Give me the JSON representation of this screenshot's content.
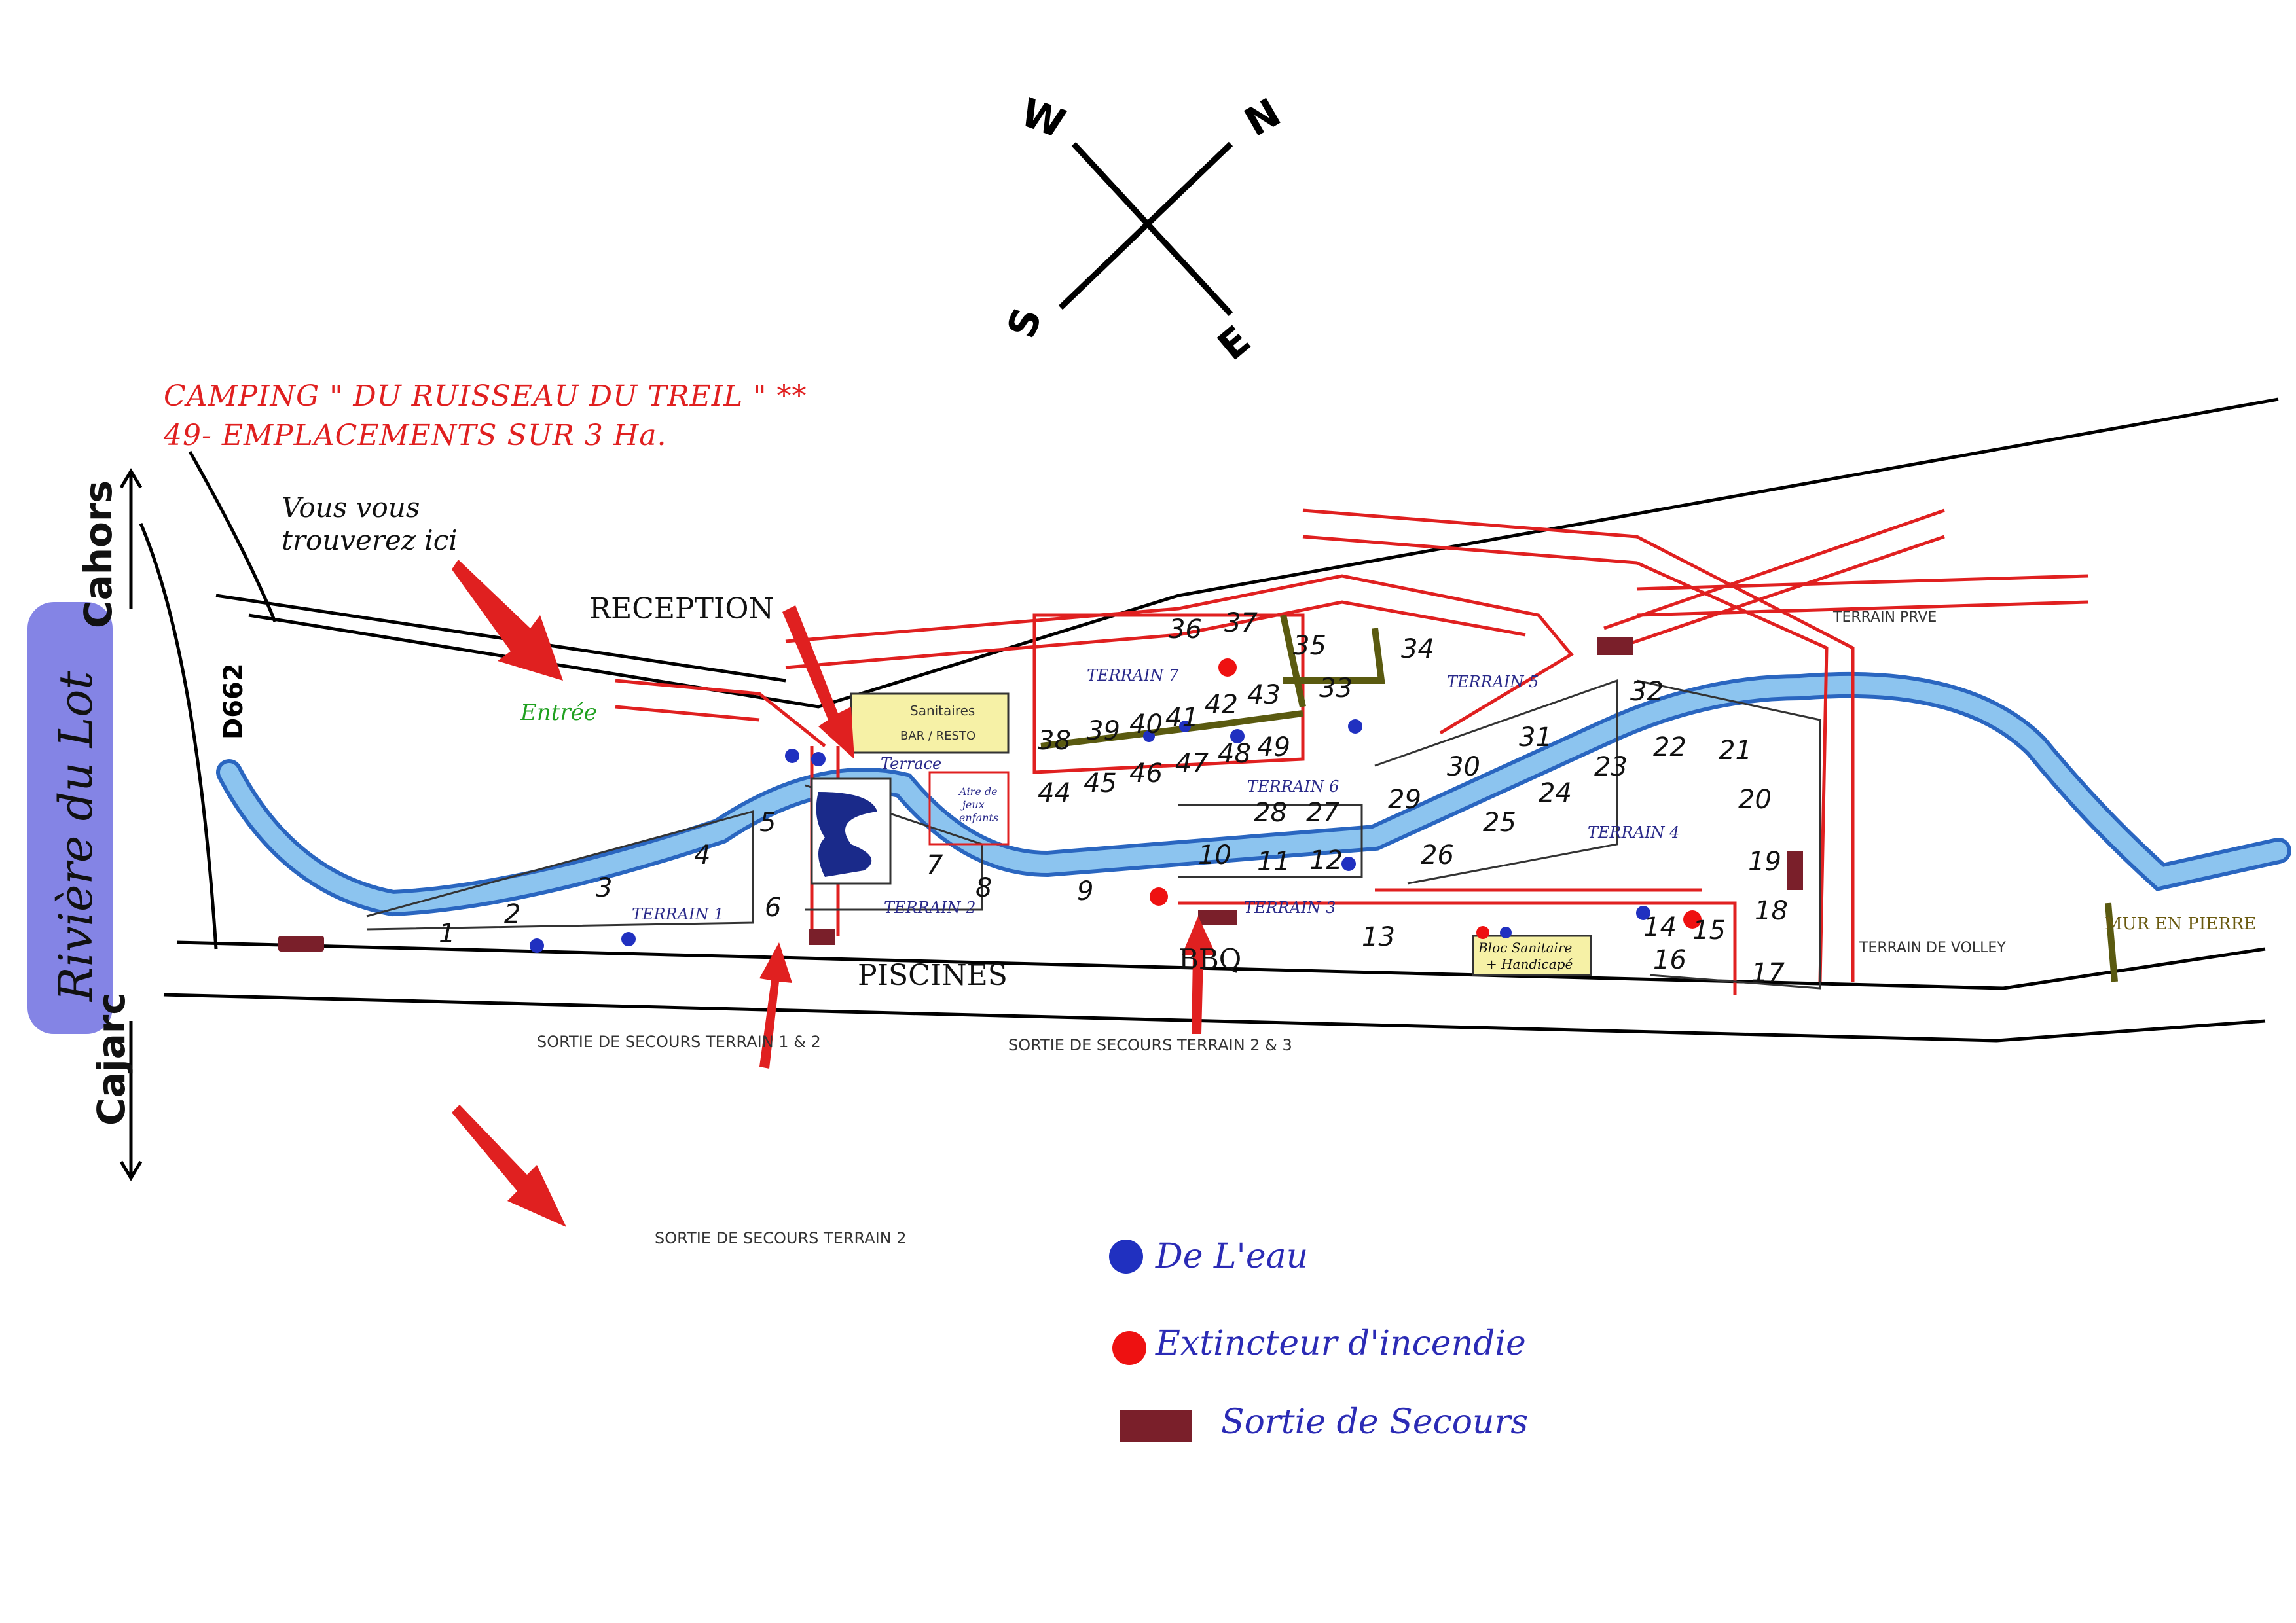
{
  "title": {
    "line1": "CAMPING \" DU RUISSEAU DU TREIL \"  **",
    "line2": "49- EMPLACEMENTS SUR 3 Ha."
  },
  "compass": {
    "w": "W",
    "n": "N",
    "s": "S",
    "e": "E"
  },
  "roads": {
    "cahors": "Cahors",
    "cajarc": "Cajarc",
    "route": "D662",
    "river_lot": "Rivière du Lot"
  },
  "labels": {
    "vous_ici": "Vous vous",
    "vous_ici2": "trouverez ici",
    "reception": "RECEPTION",
    "entree": "Entrée",
    "piscines": "PISCINES",
    "bbq": "BBQ",
    "terrace": "Terrace",
    "sanitaires": "Sanitaires",
    "bar_resto": "BAR / RESTO",
    "aire_jeux1": "Aire de",
    "aire_jeux2": "jeux",
    "aire_jeux3": "enfants",
    "bloc_sanitaire1": "Bloc Sanitaire",
    "bloc_sanitaire2": "+ Handicapé",
    "terrain_prive": "TERRAIN PRVE",
    "terrain_volley": "TERRAIN DE VOLLEY",
    "mur_pierre": "MUR EN PIERRE",
    "sortie_1_2": "SORTIE DE SECOURS  TERRAIN 1 & 2",
    "sortie_2_3": "SORTIE DE SECOURS TERRAIN 2 & 3",
    "sortie_2": "SORTIE DE SECOURS TERRAIN 2"
  },
  "terrains": {
    "t1": "TERRAIN 1",
    "t2": "TERRAIN 2",
    "t3": "TERRAIN 3",
    "t4": "TERRAIN 4",
    "t5": "TERRAIN 5",
    "t6": "TERRAIN 6",
    "t7": "TERRAIN 7"
  },
  "pitches": [
    "1",
    "2",
    "3",
    "4",
    "5",
    "6",
    "7",
    "8",
    "9",
    "10",
    "11",
    "12",
    "13",
    "14",
    "15",
    "16",
    "17",
    "18",
    "19",
    "20",
    "21",
    "22",
    "23",
    "24",
    "25",
    "26",
    "27",
    "28",
    "29",
    "30",
    "31",
    "32",
    "33",
    "34",
    "35",
    "36",
    "37",
    "38",
    "39",
    "40",
    "41",
    "42",
    "43",
    "44",
    "45",
    "46",
    "47",
    "48",
    "49"
  ],
  "legend": {
    "water": "De L'eau",
    "extinguisher": "Extincteur d'incendie",
    "exit": "Sortie de Secours"
  },
  "colors": {
    "paths": "#e02020",
    "stream": "#6aa8e0",
    "water_dot": "#2030c0",
    "fire_dot": "#ee1111",
    "exit": "#7a1f2a",
    "hedge": "#5a5a10",
    "highlight": "#6f6fe0"
  }
}
